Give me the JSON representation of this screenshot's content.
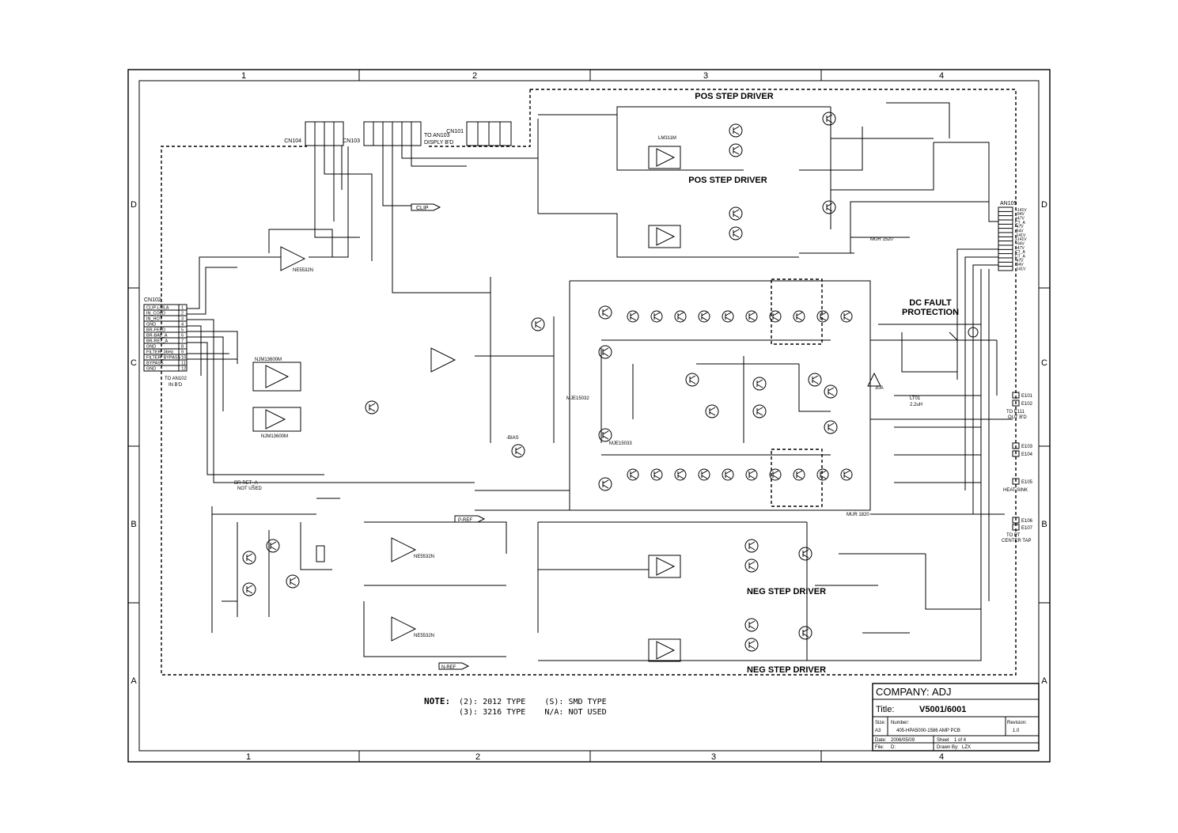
{
  "frame": {
    "columns": [
      "1",
      "2",
      "3",
      "4"
    ],
    "rows": [
      "D",
      "C",
      "B",
      "A"
    ]
  },
  "sections": {
    "pos_step_driver_1": "POS STEP DRIVER",
    "pos_step_driver_2": "POS STEP DRIVER",
    "neg_step_driver_1": "NEG STEP DRIVER",
    "neg_step_driver_2": "NEG STEP DRIVER",
    "dc_fault_line1": "DC FAULT",
    "dc_fault_line2": "PROTECTION"
  },
  "connectors": {
    "cn104": "CN104",
    "cn103": "CN103",
    "cn101": "CN101",
    "cn102": "CN102",
    "an105": "AN105",
    "to_an103": "TO AN103",
    "disply_bd": "DISPLY B'D",
    "cn102_pins": [
      {
        "label": "CLIP-LMLA",
        "num": "1"
      },
      {
        "label": "IN_COLD",
        "num": "2"
      },
      {
        "label": "IN_HOT",
        "num": "3"
      },
      {
        "label": "GND",
        "num": "4"
      },
      {
        "label": "BR-FEED",
        "num": "5"
      },
      {
        "label": "BR-BAL_A",
        "num": "6"
      },
      {
        "label": "BR-RET_A",
        "num": "7"
      },
      {
        "label": "GND",
        "num": "8"
      },
      {
        "label": "FILTER_36Hz",
        "num": "9"
      },
      {
        "label": "FILTER_BYPASS",
        "num": "10"
      },
      {
        "label": "BYPASS",
        "num": "11"
      },
      {
        "label": "GND",
        "num": "12"
      }
    ],
    "an105_pins": [
      "+141V",
      "+94V",
      "+47V",
      "CT_A",
      "-47V",
      "-94V",
      "-141V",
      "+141V",
      "+94V",
      "+47V",
      "CT_A",
      "CT_A",
      "-47V",
      "-94V",
      "-141V"
    ],
    "to_an102": "TO AN102",
    "in_bd": "IN B'D",
    "to_e111": "TO E111",
    "out_bd": "OUT B'D",
    "heat_sink": "HEAT SINK",
    "to_pt": "TO PT",
    "center_tap": "CENTER TAP"
  },
  "parts": {
    "ic100b": "NE5532N",
    "ic101b": "NJM13600M",
    "ic101a": "NJM13600M",
    "lm311": "LM311M",
    "ne5532_1": "NE5532N",
    "ne5532_2": "NE5532N",
    "mjl_1": "MJE15032",
    "mjl_2": "MJE15033",
    "br_ret_a": "BR-RET_A",
    "not_used": "NOT USED",
    "clip": "CLIP",
    "p_ref": "P-REF",
    "n_ref": "N-REF",
    "bias": "-BIAS",
    "mur1": "MUR 1520",
    "mur2": "MUR 1820",
    "l101": "LT01",
    "l101v": "2.2uH",
    "fuse": "30A",
    "e101": "E101",
    "e102": "E102",
    "e103": "E103",
    "e104": "E104",
    "e105": "E105",
    "e106": "E106",
    "e107": "E107"
  },
  "note": {
    "label": "NOTE:",
    "line1": "(2): 2012 TYPE    (S): SMD TYPE",
    "line2": "(3): 3216 TYPE    N/A: NOT USED"
  },
  "title_block": {
    "company_label": "COMPANY:",
    "company": "ADJ",
    "title_label": "Title:",
    "title": "V5001/6001",
    "size_label": "Size:",
    "size": "A3",
    "number_label": "Number:",
    "number": "405-HPA5000-1586 AMP PCB",
    "revision_label": "Revision:",
    "revision": "1.0",
    "date_label": "Date:",
    "date": "2006/05/09",
    "sheet_label": "Sheet",
    "sheet": "1 of 4",
    "file_label": "File:",
    "file": "D:",
    "drawn_label": "Drawn By:",
    "drawn": "LZX"
  },
  "colors": {
    "ink": "#000000",
    "paper": "#ffffff"
  }
}
